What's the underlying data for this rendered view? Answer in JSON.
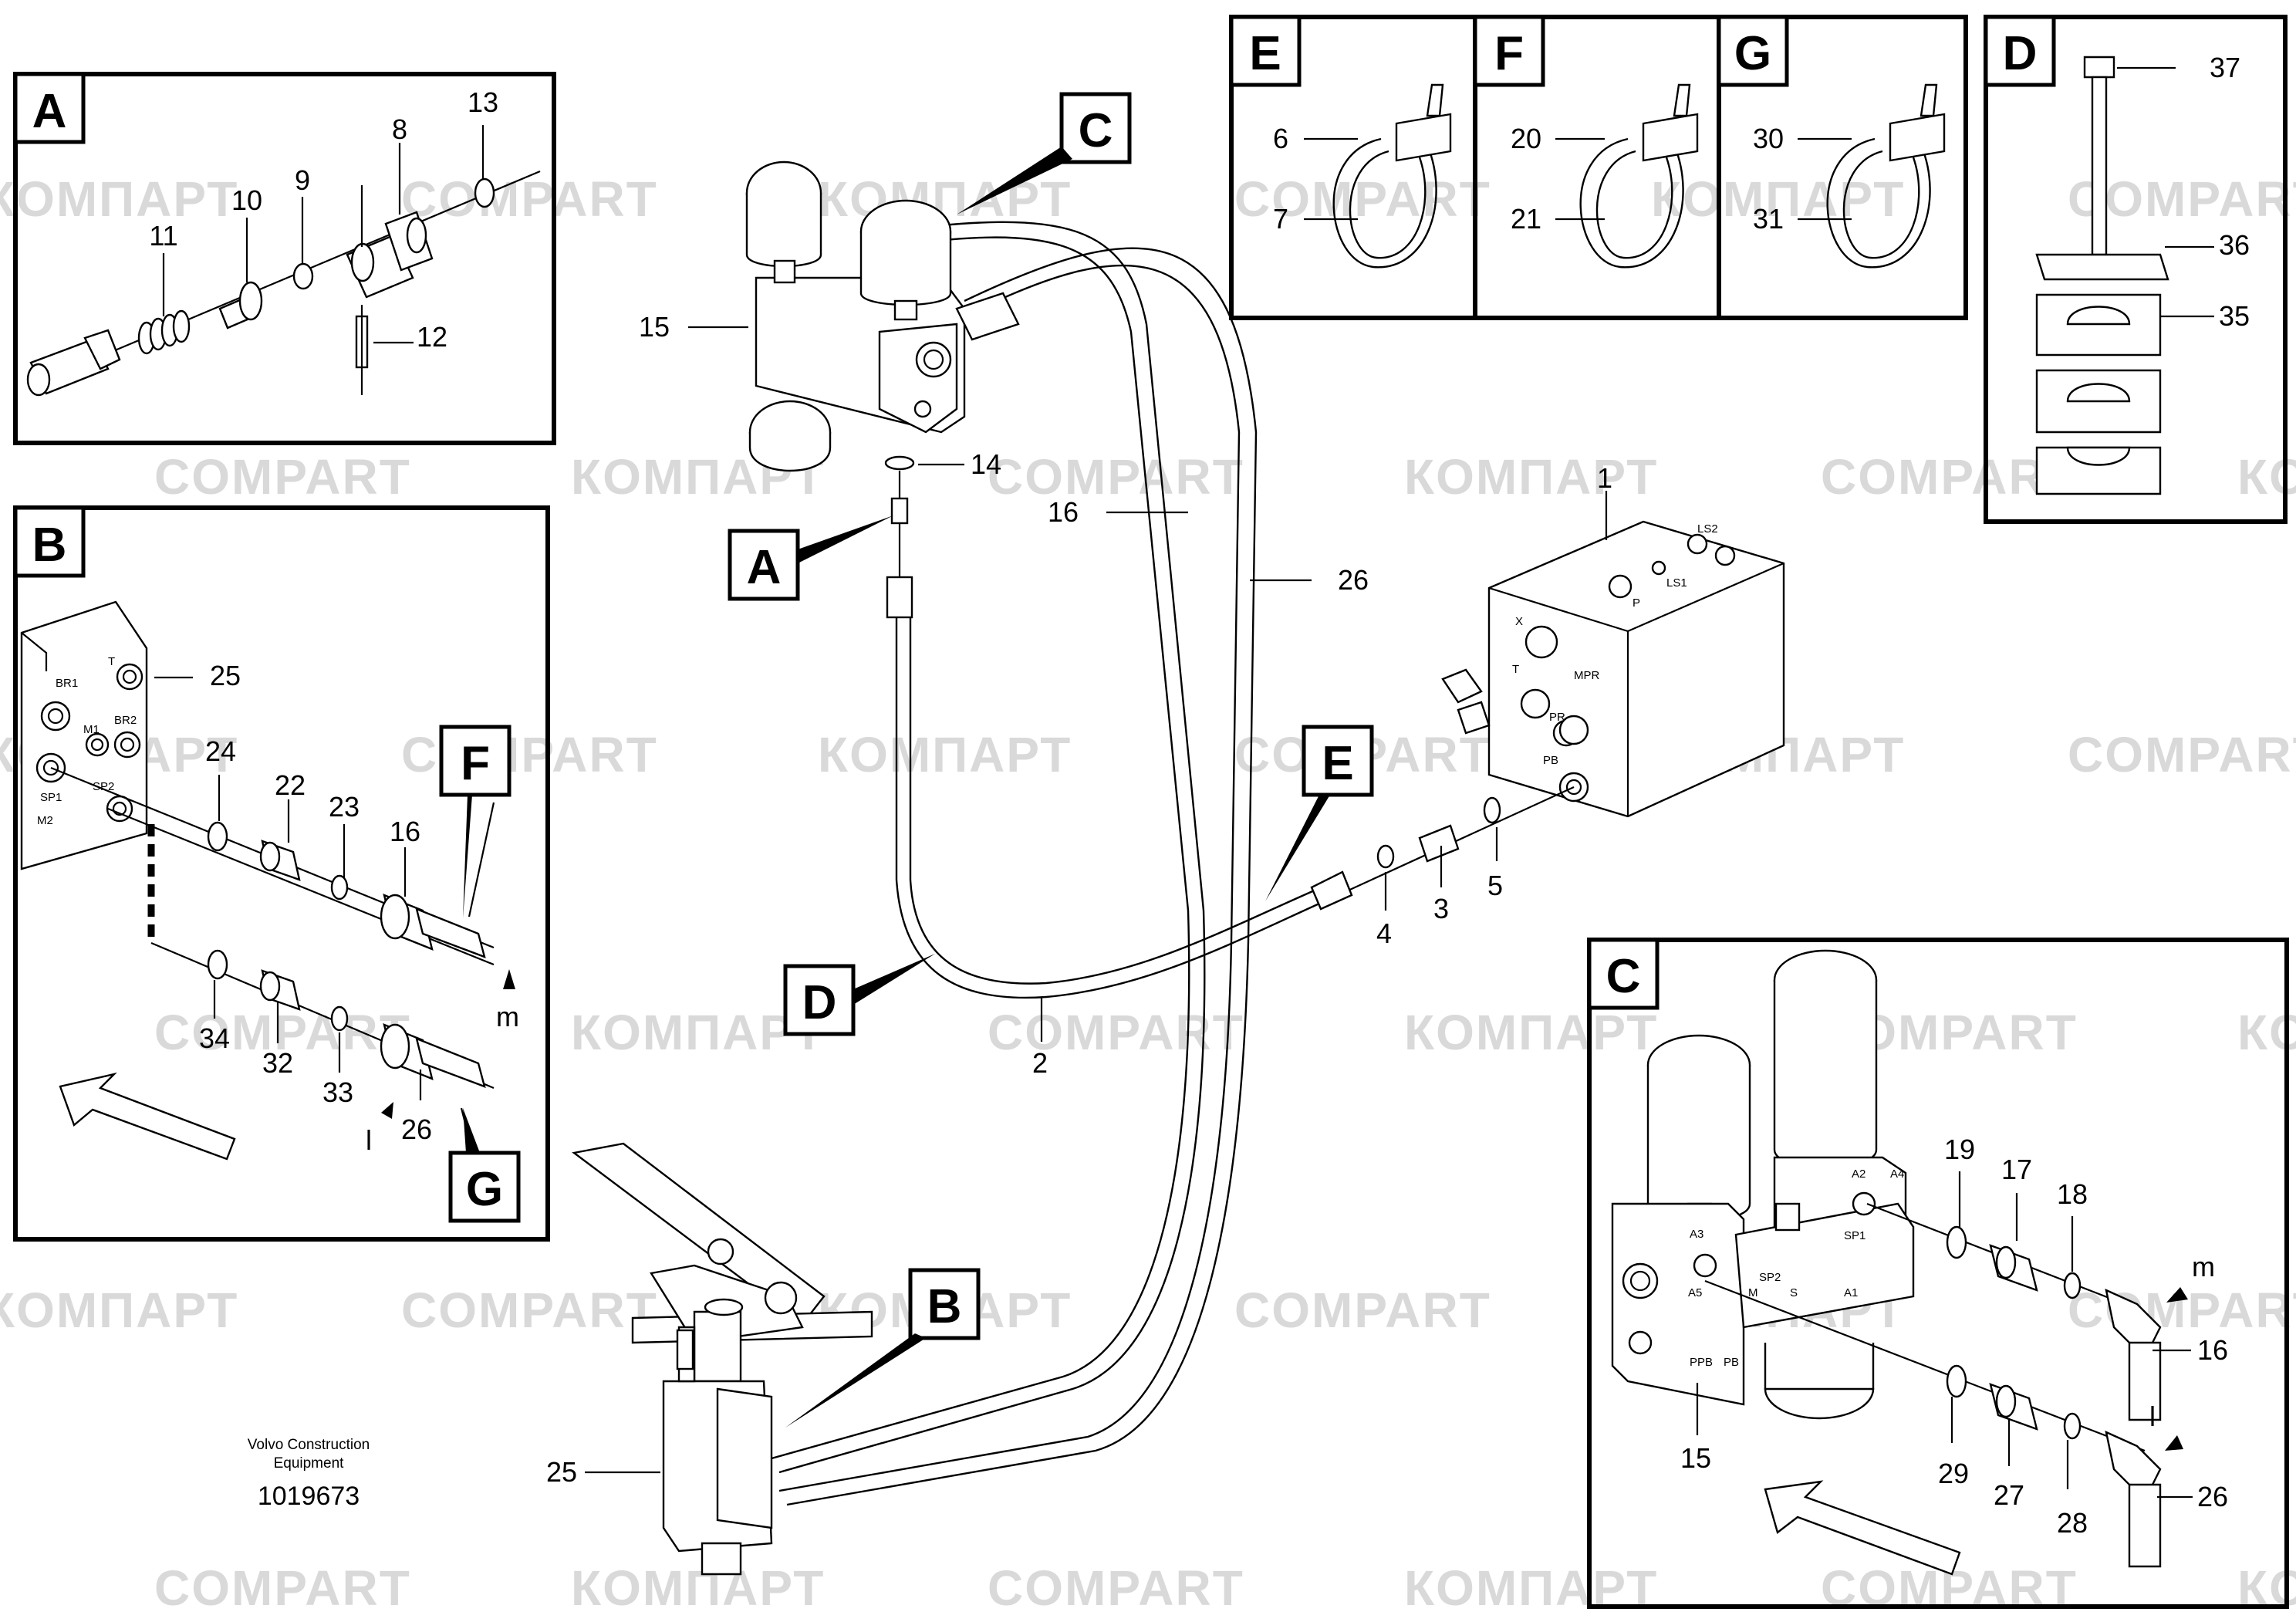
{
  "watermark": {
    "brand_latin": "COMPART",
    "brand_cyrillic": "КОМПАРТ"
  },
  "credit": {
    "line1": "Volvo Construction",
    "line2": "Equipment",
    "doc_number": "1019673"
  },
  "detail_boxes": {
    "A": {
      "letter": "A",
      "callouts": [
        "13",
        "8",
        "9",
        "10",
        "11",
        "12"
      ]
    },
    "B": {
      "letter": "B",
      "callouts": [
        "25",
        "24",
        "22",
        "23",
        "16",
        "34",
        "32",
        "33",
        "26"
      ],
      "port_labels": [
        "BR1",
        "T",
        "M1",
        "BR2",
        "SP1",
        "SP2",
        "M2"
      ],
      "flags": [
        "m",
        "l"
      ]
    },
    "C": {
      "letter": "C",
      "callouts": [
        "19",
        "17",
        "18",
        "16",
        "15",
        "29",
        "27",
        "28",
        "26"
      ],
      "port_labels": [
        "A2",
        "A4",
        "SP1",
        "A3",
        "A5",
        "SP2",
        "M",
        "S",
        "A1",
        "PPB",
        "PB"
      ],
      "flags": [
        "m",
        "l"
      ]
    },
    "D": {
      "letter": "D",
      "callouts": [
        "37",
        "36",
        "35"
      ]
    },
    "E": {
      "letter": "E",
      "callouts": [
        "6",
        "7"
      ]
    },
    "F": {
      "letter": "F",
      "callouts": [
        "20",
        "21"
      ]
    },
    "G": {
      "letter": "G",
      "callouts": [
        "30",
        "31"
      ]
    }
  },
  "main_callouts": [
    "15",
    "14",
    "16",
    "26",
    "1",
    "3",
    "4",
    "5",
    "2",
    "25"
  ],
  "main_pointers": [
    "A",
    "B",
    "C",
    "D",
    "E",
    "F",
    "G"
  ],
  "valve_labels": [
    "X",
    "P",
    "T",
    "MPR",
    "PR",
    "PB",
    "LS1",
    "LS2"
  ]
}
